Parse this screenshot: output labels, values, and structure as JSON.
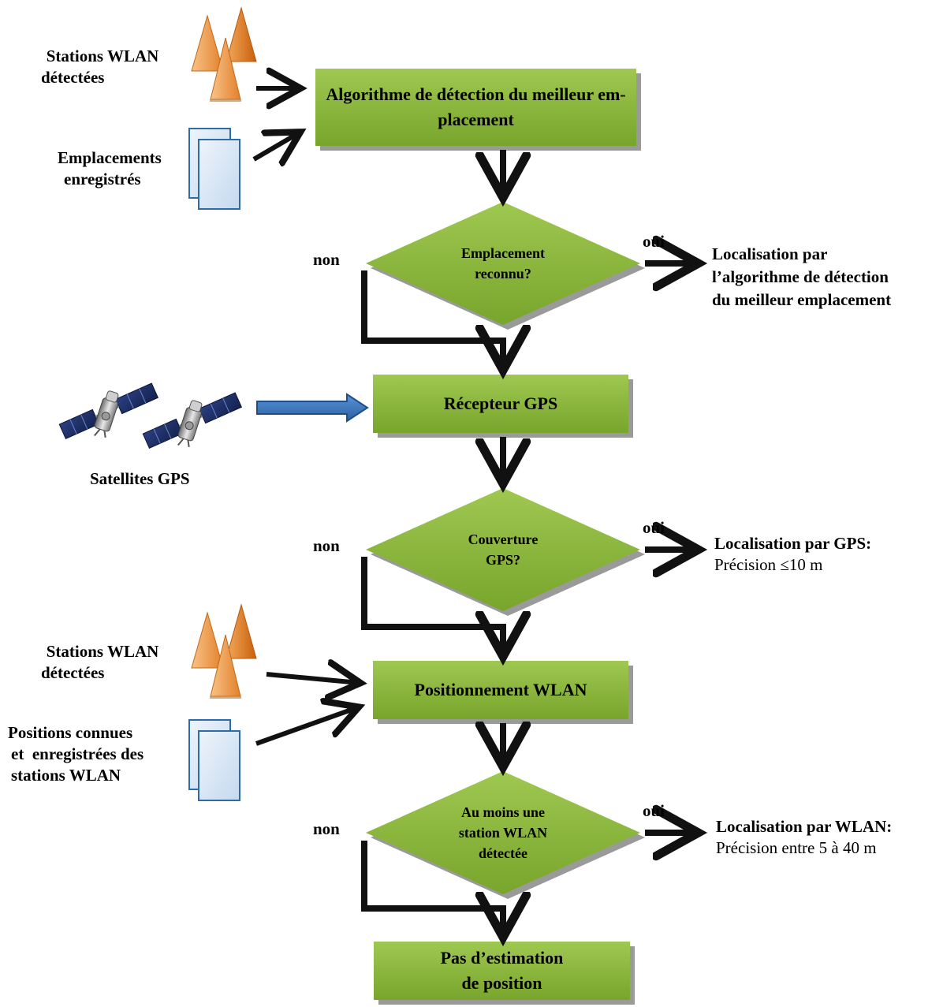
{
  "colors": {
    "box_fill_top": "#9fc851",
    "box_fill_bottom": "#78a52c",
    "box_shadow": "#9a9a9a",
    "antenna_light": "#f6b26b",
    "antenna_dark": "#d56a13",
    "document_fill": "#d8e7f6",
    "document_border": "#2e6ca8",
    "block_arrow": "#3c78c2",
    "connector": "#111111"
  },
  "process_boxes": {
    "best_location": [
      "Algorithme de détection du meilleur em-",
      "placement"
    ],
    "gps_receiver": "Récepteur GPS",
    "wlan_positioning": "Positionnement WLAN",
    "no_estimate": [
      "Pas d’estimation",
      "de position"
    ]
  },
  "decisions": {
    "location_recognized": [
      "Emplacement",
      "reconnu?"
    ],
    "gps_coverage": [
      "Couverture",
      "GPS?"
    ],
    "wlan_detected": [
      "Au moins une",
      "station WLAN",
      "détectée"
    ]
  },
  "inputs": {
    "wlan_stations_top": [
      "Stations WLAN",
      "détectées"
    ],
    "saved_locations": [
      "Emplacements",
      "enregistrés"
    ],
    "gps_satellites": "Satellites GPS",
    "wlan_stations_bottom": [
      "Stations WLAN",
      "détectées"
    ],
    "known_positions": [
      "Positions connues",
      "et  enregistrées des",
      "stations WLAN"
    ]
  },
  "branch_labels": {
    "yes": "oui",
    "no": "non"
  },
  "outcomes": {
    "best_location_result": [
      "Localisation par",
      "l’algorithme de détection",
      "du meilleur emplacement"
    ],
    "gps_result_title": "Localisation par GPS:",
    "gps_result_precision": "Précision ≤10 m",
    "wlan_result_title": "Localisation par WLAN:",
    "wlan_result_precision": "Précision entre 5 à 40 m"
  },
  "icons": [
    "antenna-icon",
    "document-stack-icon",
    "satellite-icon"
  ]
}
